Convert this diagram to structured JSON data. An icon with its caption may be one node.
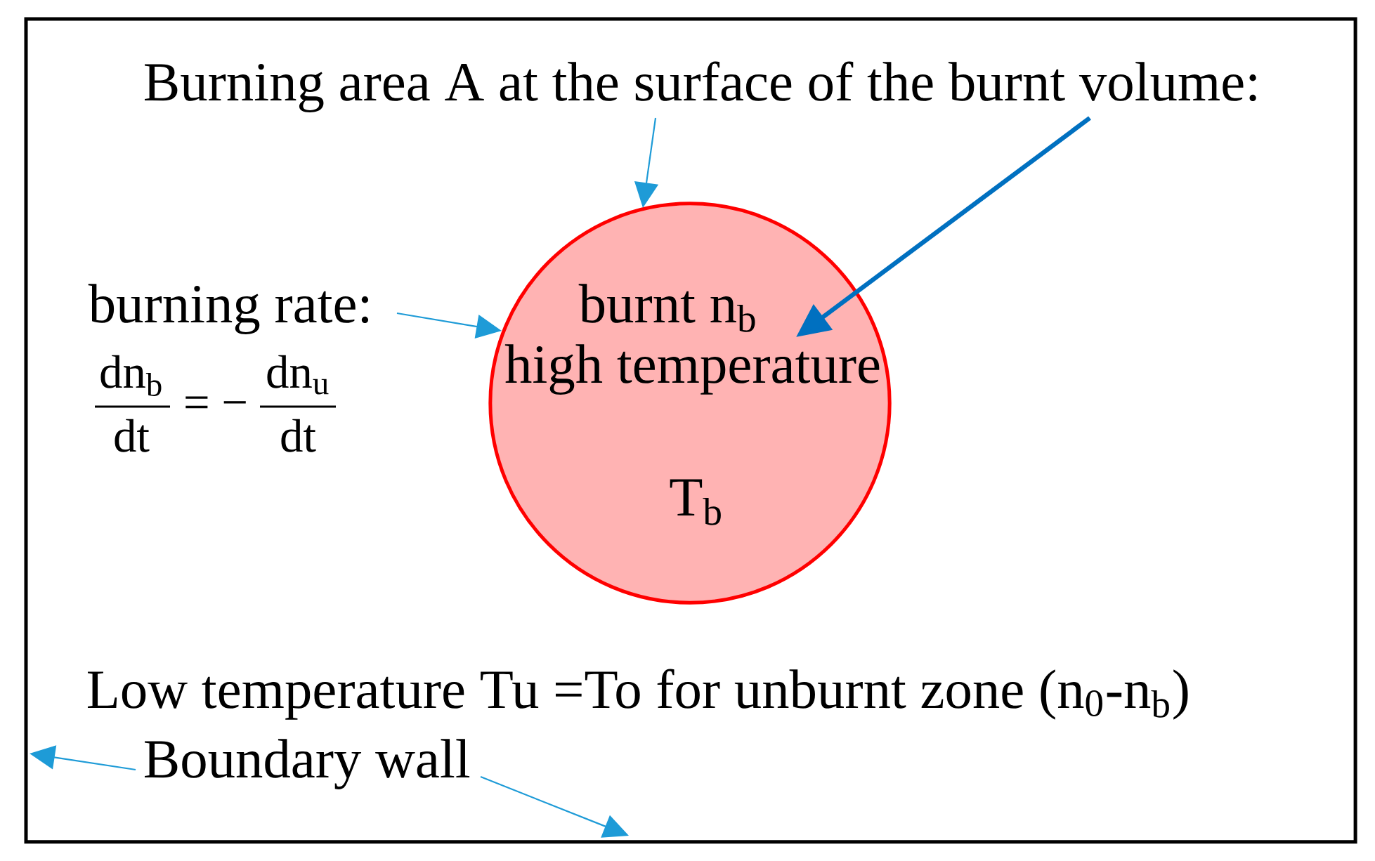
{
  "diagram": {
    "nodes": [
      {
        "text": [],
        "shape": "box"
      },
      {
        "text": [
          "Burning area A at the surface of the burnt volume:"
        ],
        "in": 0
      },
      {
        "text": [
          "burning rate:"
        ],
        "in": 0
      },
      {
        "text": [
          "burnt n$_{b}$",
          "high temperature",
          "T$_{b}$"
        ],
        "in": 0
      },
      {
        "text": [
          "Boundary wall"
        ],
        "in": 0
      }
    ],
    "edges": [
      {
        "from": 1,
        "to": 3,
        "arrow": "to"
      },
      {
        "from": 1,
        "to": 3,
        "arrow": "to",
        "style": "thick",
        "color": "#0070c0"
      },
      {
        "from": 2,
        "to": 3,
        "arrow": "to"
      },
      {
        "from": 4,
        "to": 0,
        "arrow": "to"
      },
      {
        "from": 4,
        "to": 0,
        "arrow": "to"
      }
    ],
    "labels": [
      "dn$_{b}$",
      "dt",
      "= −",
      "dn$_{u}$",
      "dt",
      "Low temperature Tu =To for unburnt zone (n$_{0}$-n$_{b}$)"
    ]
  }
}
